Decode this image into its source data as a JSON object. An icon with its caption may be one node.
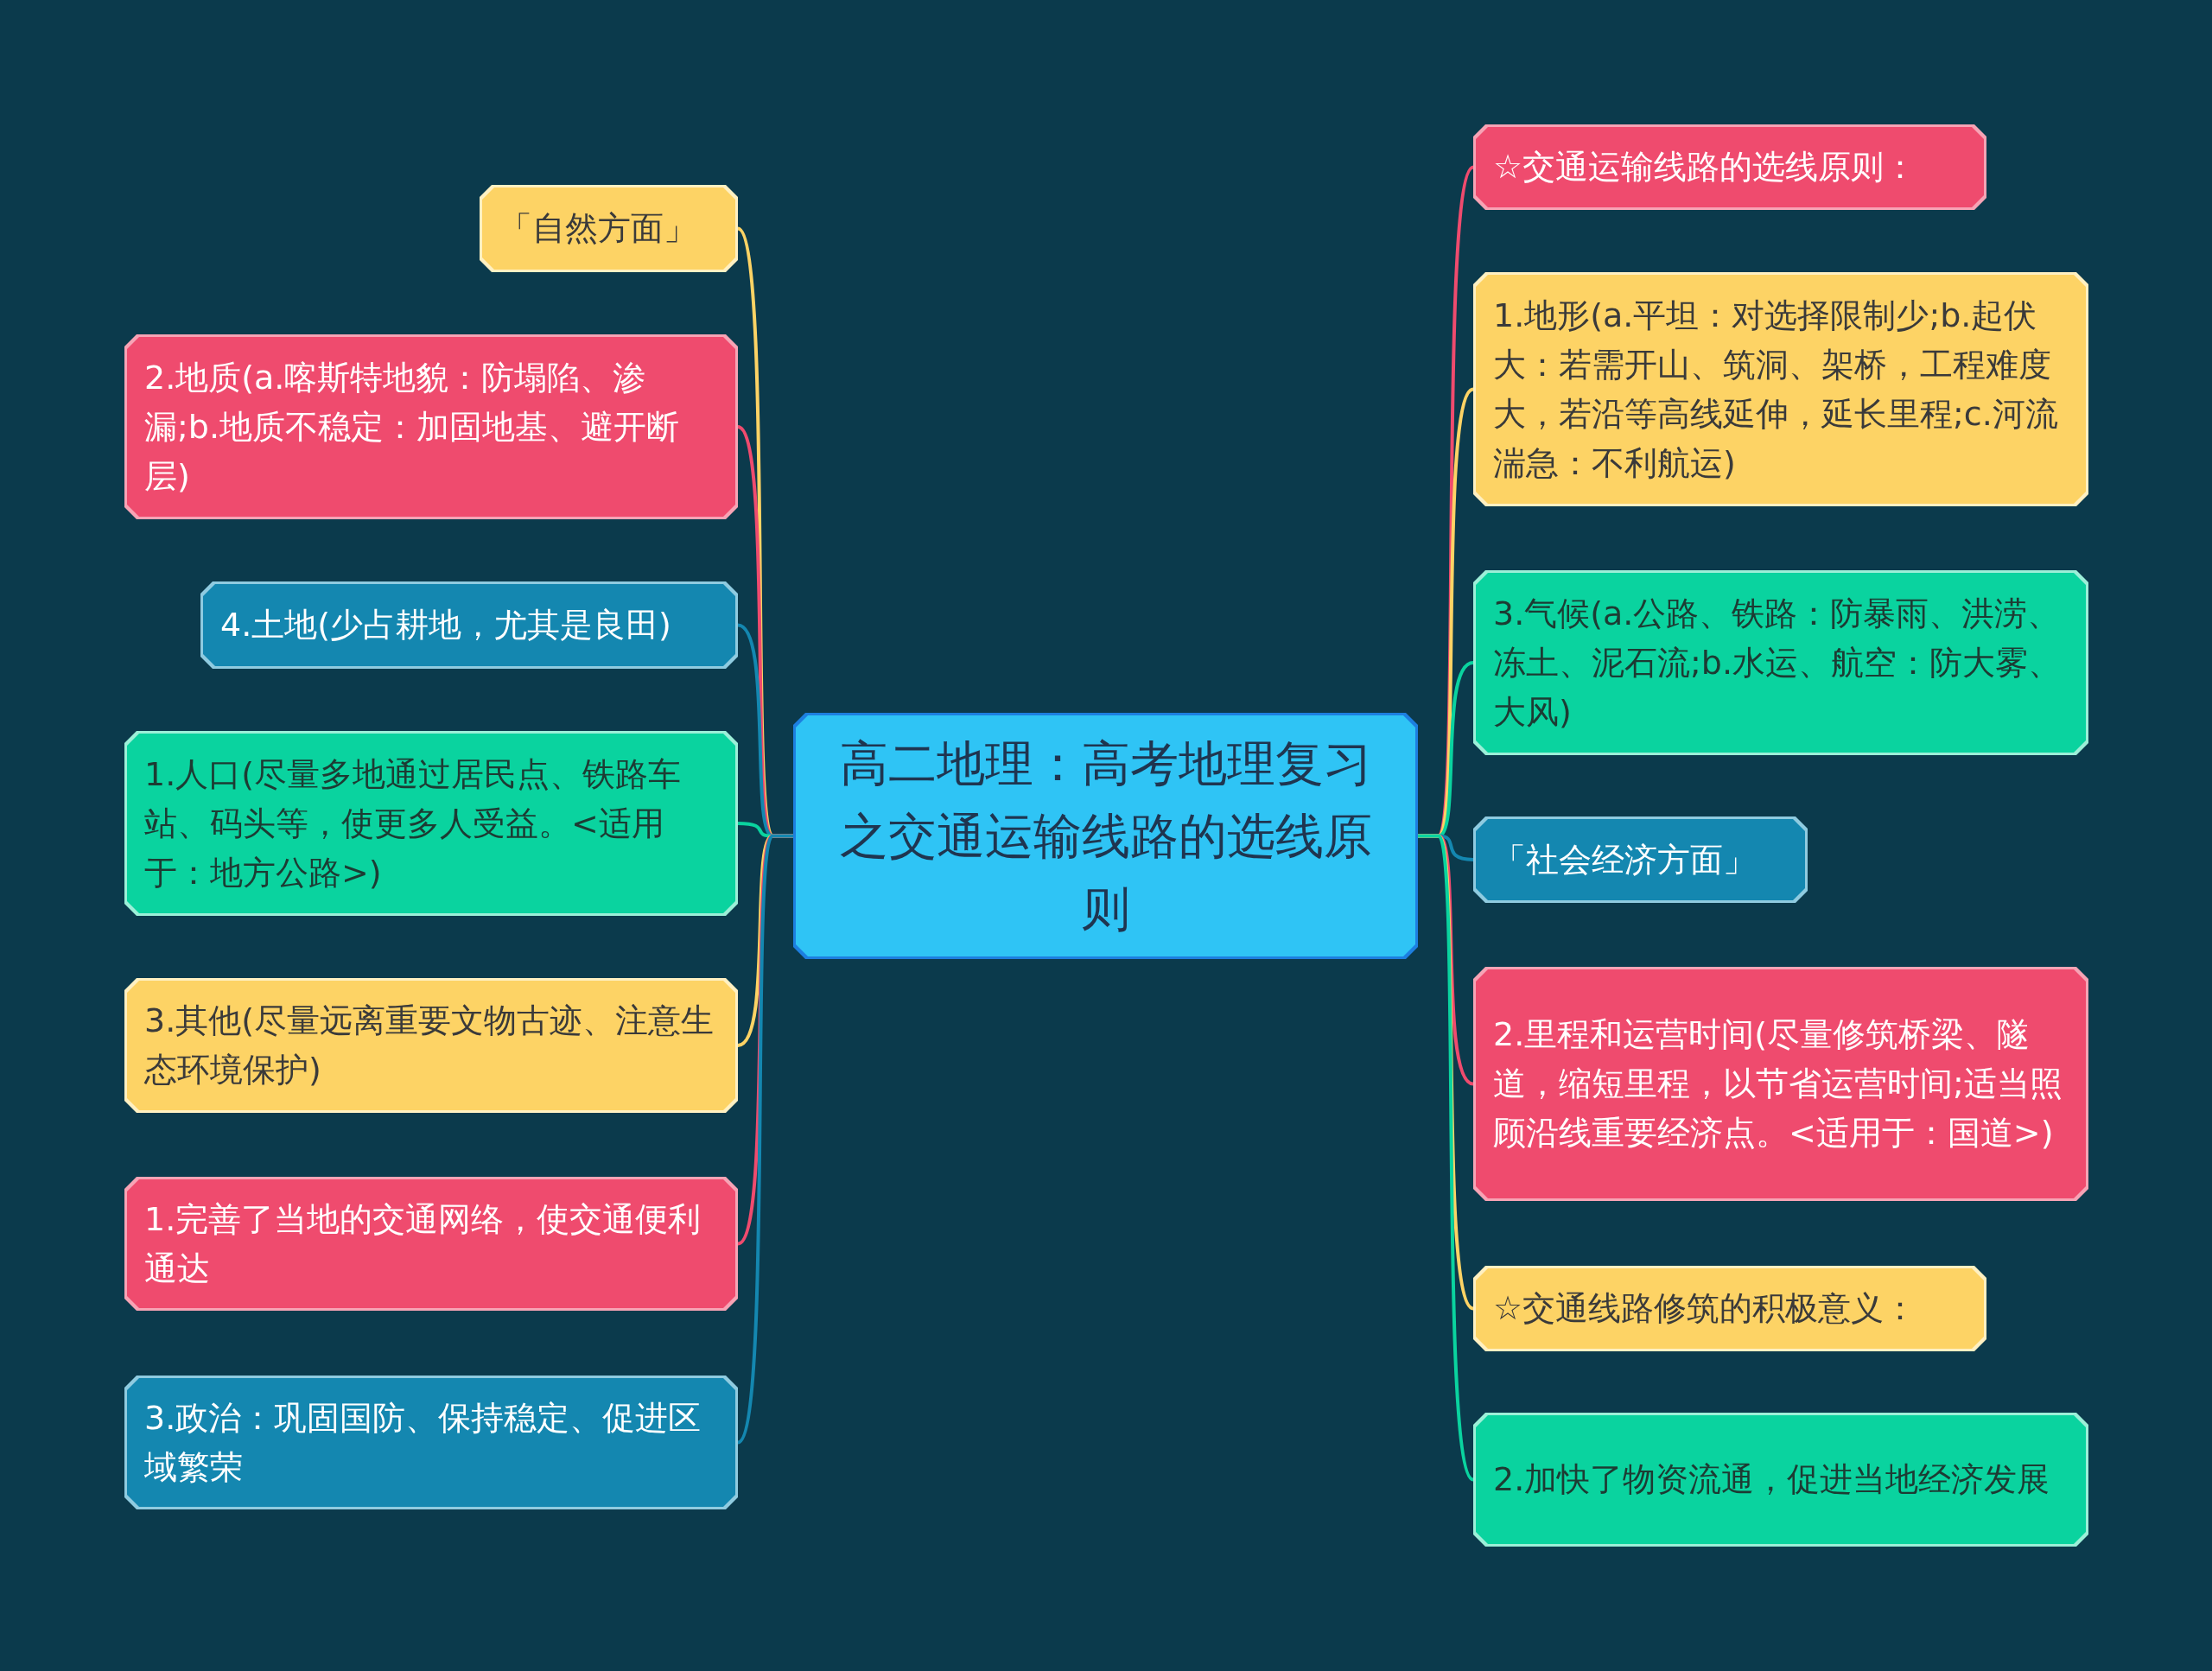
{
  "diagram": {
    "nodes": [
      {
        "text": [
          "高二地理：高考地理复习之交通运输线路的选线原则"
        ]
      },
      {
        "text": [
          "「自然方面」"
        ]
      },
      {
        "text": [
          "2.地质(a.喀斯特地貌：防塌陷、渗漏;b.地质不稳定：加固地基、避开断层)"
        ]
      },
      {
        "text": [
          "4.土地(少占耕地，尤其是良田)"
        ]
      },
      {
        "text": [
          "1.人口(尽量多地通过居民点、铁路车站、码头等，使更多人受益。<适用于：地方公路>)"
        ]
      },
      {
        "text": [
          "3.其他(尽量远离重要文物古迹、注意生态环境保护)"
        ]
      },
      {
        "text": [
          "1.完善了当地的交通网络，使交通便利通达"
        ]
      },
      {
        "text": [
          "3.政治：巩固国防、保持稳定、促进区域繁荣"
        ]
      },
      {
        "text": [
          "☆交通运输线路的选线原则："
        ]
      },
      {
        "text": [
          "1.地形(a.平坦：对选择限制少;b.起伏大：若需开山、筑洞、架桥，工程难度大，若沿等高线延伸，延长里程;c.河流湍急：不利航运)"
        ]
      },
      {
        "text": [
          "3.气候(a.公路、铁路：防暴雨、洪涝、冻土、泥石流;b.水运、航空：防大雾、大风)"
        ]
      },
      {
        "text": [
          "「社会经济方面」"
        ]
      },
      {
        "text": [
          "2.里程和运营时间(尽量修筑桥梁、隧道，缩短里程，以节省运营时间;适当照顾沿线重要经济点。<适用于：国道>)"
        ]
      },
      {
        "text": [
          "☆交通线路修筑的积极意义："
        ]
      },
      {
        "text": [
          "2.加快了物资流通，促进当地经济发展"
        ]
      }
    ],
    "edges": [
      {
        "from": 0,
        "to": 1,
        "arrow": "none",
        "color": "#fdd365"
      },
      {
        "from": 0,
        "to": 2,
        "arrow": "none",
        "color": "#ef4b6e"
      },
      {
        "from": 0,
        "to": 3,
        "arrow": "none",
        "color": "#1487b0"
      },
      {
        "from": 0,
        "to": 4,
        "arrow": "none",
        "color": "#0ad39f"
      },
      {
        "from": 0,
        "to": 5,
        "arrow": "none",
        "color": "#fdd365"
      },
      {
        "from": 0,
        "to": 6,
        "arrow": "none",
        "color": "#ef4b6e"
      },
      {
        "from": 0,
        "to": 7,
        "arrow": "none",
        "color": "#1487b0"
      },
      {
        "from": 0,
        "to": 8,
        "arrow": "none",
        "color": "#ef4b6e"
      },
      {
        "from": 0,
        "to": 9,
        "arrow": "none",
        "color": "#fdd365"
      },
      {
        "from": 0,
        "to": 10,
        "arrow": "none",
        "color": "#0ad39f"
      },
      {
        "from": 0,
        "to": 11,
        "arrow": "none",
        "color": "#1487b0"
      },
      {
        "from": 0,
        "to": 12,
        "arrow": "none",
        "color": "#ef4b6e"
      },
      {
        "from": 0,
        "to": 13,
        "arrow": "none",
        "color": "#fdd365"
      },
      {
        "from": 0,
        "to": 14,
        "arrow": "none",
        "color": "#0ad39f"
      }
    ]
  }
}
